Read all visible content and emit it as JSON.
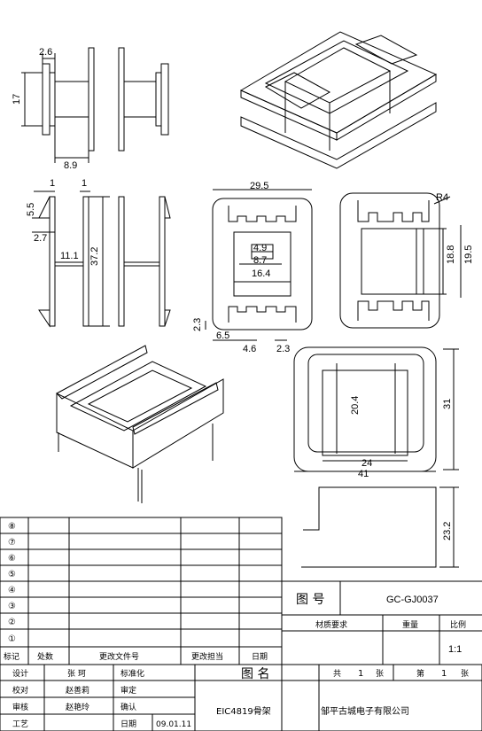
{
  "dims": {
    "side_wall": "2.6",
    "side_height": "17",
    "side_base": "8.9",
    "flange_l": "1",
    "flange_r": "1",
    "tab_h": "5.5",
    "tab_w": "2.7",
    "mid": "11.1",
    "total_h": "37.2",
    "top_w": "29.5",
    "slot_a": "4.9",
    "slot_b": "8.7",
    "slot_c": "16.4",
    "wall": "2.3",
    "foot_a": "6.5",
    "foot_b": "4.6",
    "foot_c": "2.3",
    "radius": "R4",
    "win_a": "18.8",
    "win_b": "19.5",
    "bot_h": "20.4",
    "bot_side": "31",
    "bot_w1": "24",
    "bot_w2": "41",
    "step_h": "23.2"
  },
  "revision_rows": [
    "⑧",
    "⑦",
    "⑥",
    "⑤",
    "④",
    "③",
    "②",
    "①"
  ],
  "revision_header": {
    "mark": "标记",
    "count": "处数",
    "doc": "更改文件号",
    "person": "更改担当",
    "date": "日期"
  },
  "title_block": {
    "drawing_no_label": "图 号",
    "drawing_no": "GC-GJ0037",
    "material_label": "材质要求",
    "weight_label": "重量",
    "scale_label": "比例",
    "scale": "1:1",
    "name_label": "图 名",
    "name": "EIC4819骨架",
    "total_label": "共",
    "total": "1",
    "sheet_unit": "张",
    "page_label": "第",
    "page": "1",
    "page_unit": "张",
    "company": "邹平古城电子有限公司",
    "roles": [
      {
        "role": "设计",
        "person": "张 珂",
        "check": "标准化"
      },
      {
        "role": "校对",
        "person": "赵善莉",
        "check": "审定"
      },
      {
        "role": "审核",
        "person": "赵艳玲",
        "check": "确认"
      },
      {
        "role": "工艺",
        "person": "",
        "check": "日期"
      }
    ],
    "date": "09.01.11"
  }
}
